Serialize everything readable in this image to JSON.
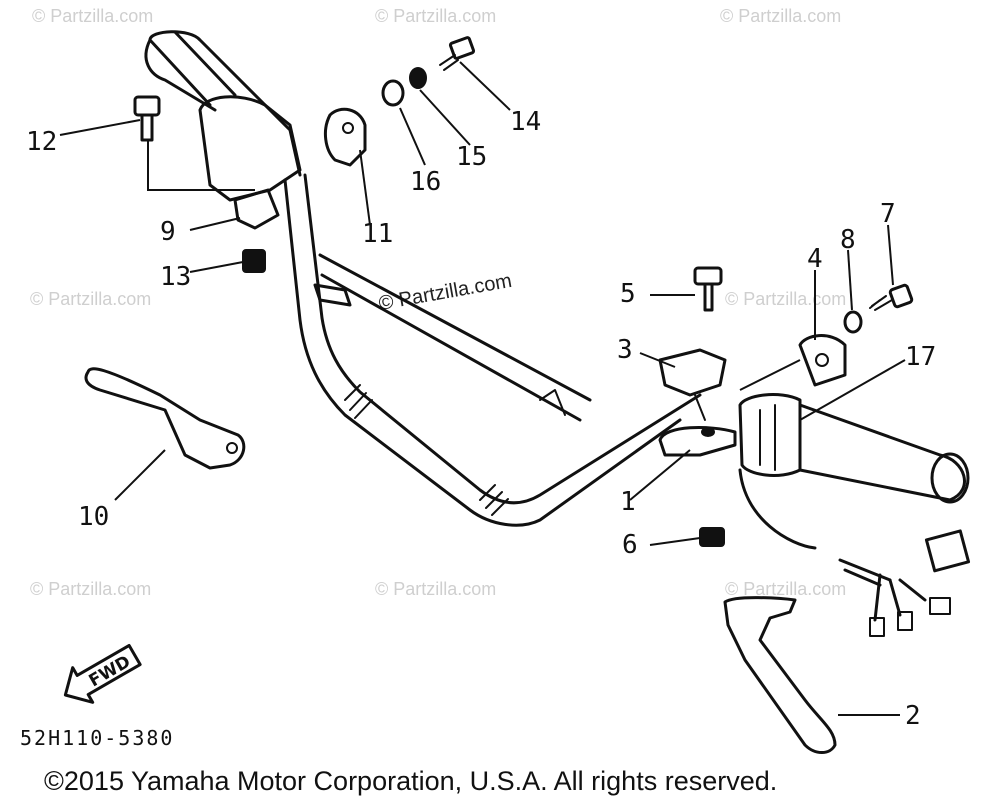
{
  "watermarks": {
    "text": "© Partzilla.com",
    "center_text": "© Partzilla.com"
  },
  "diagram_code": "52H110-5380",
  "fwd_label": "FWD",
  "copyright": "©2015 Yamaha Motor Corporation, U.S.A. All rights reserved.",
  "callouts": {
    "c1": "1",
    "c2": "2",
    "c3": "3",
    "c4": "4",
    "c5": "5",
    "c6": "6",
    "c7": "7",
    "c8": "8",
    "c9": "9",
    "c10": "10",
    "c11": "11",
    "c12": "12",
    "c13": "13",
    "c14": "14",
    "c15": "15",
    "c16": "16",
    "c17": "17"
  }
}
